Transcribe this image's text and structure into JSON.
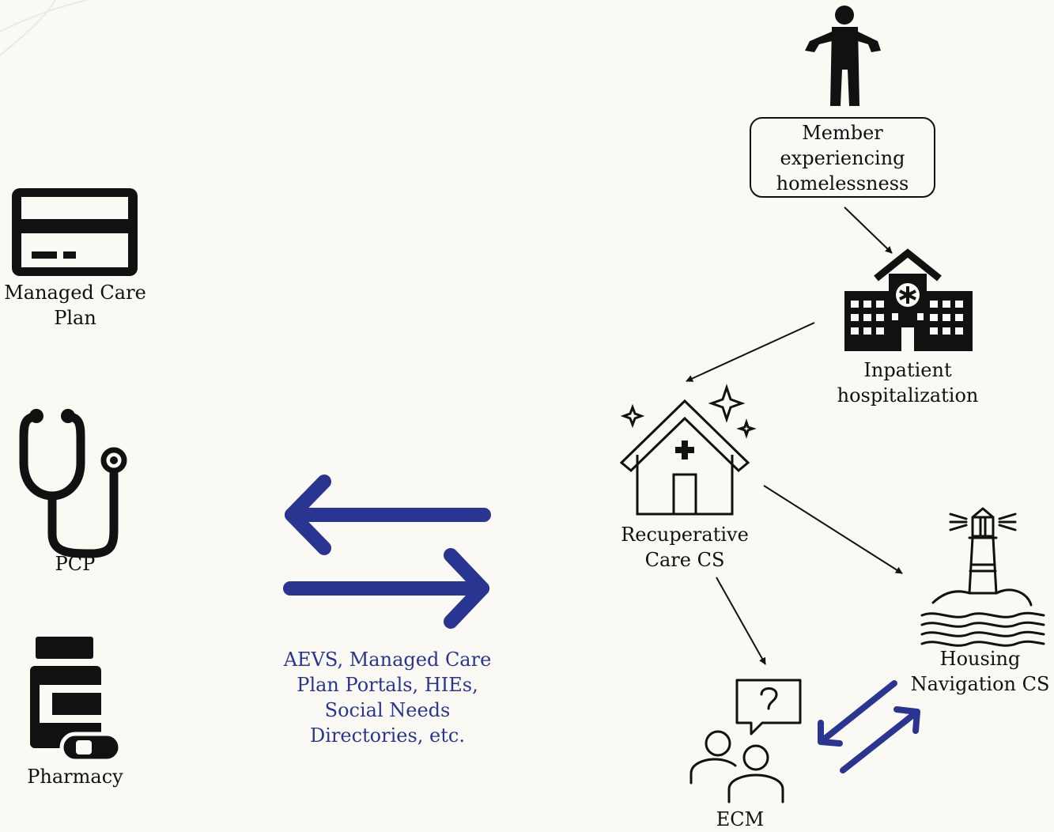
{
  "colors": {
    "background": "#fbf9f4",
    "ink": "#111111",
    "accent_blue": "#2a3591"
  },
  "left_column": {
    "managed_care_plan": {
      "icon": "credit-card-icon",
      "label": [
        "Managed Care",
        "Plan"
      ]
    },
    "pcp": {
      "icon": "stethoscope-icon",
      "label": [
        "PCP"
      ]
    },
    "pharmacy": {
      "icon": "pill-bottle-icon",
      "label": [
        "Pharmacy"
      ]
    }
  },
  "exchange": {
    "icon": "bidirectional-arrows-icon",
    "label": [
      "AEVS, Managed Care",
      "Plan Portals, HIEs,",
      "Social Needs",
      "Directories, etc."
    ]
  },
  "flow": {
    "member": {
      "icon": "person-icon",
      "label": [
        "Member",
        "experiencing",
        "homelessness"
      ]
    },
    "hospital": {
      "icon": "hospital-icon",
      "label": [
        "Inpatient",
        "hospitalization"
      ]
    },
    "recuperative": {
      "icon": "house-medical-icon",
      "label": [
        "Recuperative",
        "Care CS"
      ]
    },
    "housing": {
      "icon": "lighthouse-icon",
      "label": [
        "Housing",
        "Navigation CS"
      ]
    },
    "ecm": {
      "icon": "people-question-icon",
      "label": [
        "ECM"
      ]
    }
  }
}
